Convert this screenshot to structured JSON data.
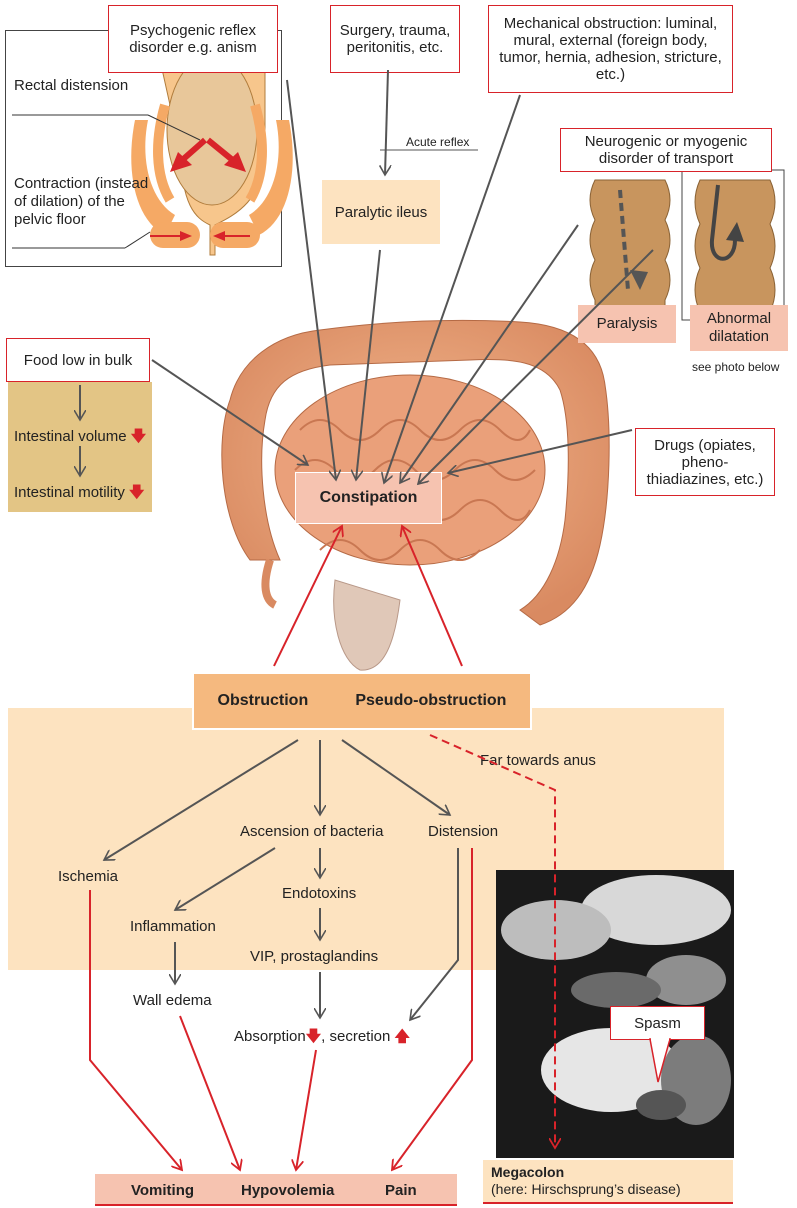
{
  "inset_pelvic": {
    "title_box": "Psychogenic reflex disorder e.g. anism",
    "rectal_label": "Rectal distension",
    "contraction_label": "Contraction (instead of dilation) of the pelvic floor"
  },
  "surgery_box": "Surgery, trauma, peritonitis, etc.",
  "mechanical_box": "Mechanical obstruction: luminal, mural, external (foreign body, tumor, hernia, adhesion, stricture, etc.)",
  "acute_reflex": "Acute reflex",
  "paralytic_ileus": "Paralytic ileus",
  "neurogenic_box": "Neurogenic or myogenic disorder of transport",
  "paralysis": "Paralysis",
  "abnormal_dilatation": "Abnormal dilatation",
  "see_photo": "see photo below",
  "food_box": "Food low in bulk",
  "intestinal_volume": "Intestinal volume",
  "intestinal_motility": "Intestinal motility",
  "drugs_box": "Drugs (opiates, pheno-thiadiazines, etc.)",
  "constipation": "Constipation",
  "obstruction": "Obstruction",
  "pseudo_obstruction": "Pseudo-obstruction",
  "far_towards_anus": "Far towards anus",
  "ischemia": "Ischemia",
  "ascension": "Ascension of bacteria",
  "distension": "Distension",
  "endotoxins": "Endotoxins",
  "inflammation": "Inflammation",
  "vip": "VIP, prostaglandins",
  "wall_edema": "Wall edema",
  "absorption": "Absorption",
  "secretion": ", secretion",
  "spasm": "Spasm",
  "megacolon_title": "Megacolon",
  "megacolon_sub": "(here: Hirschsprung’s disease)",
  "vomiting": "Vomiting",
  "hypovolemia": "Hypovolemia",
  "pain": "Pain",
  "colors": {
    "red": "#d8232a",
    "gray_arrow": "#555555",
    "peach": "#fde3c0",
    "salmon": "#f6c3b0",
    "orange": "#f5b97f",
    "tan": "#e3c585"
  }
}
